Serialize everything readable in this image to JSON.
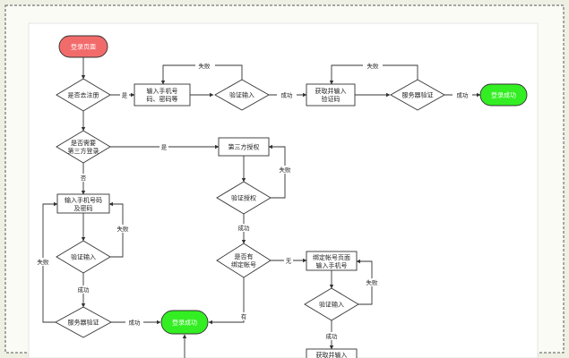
{
  "nodes": {
    "login_page": "登录页面",
    "registered": [
      "是否去注册"
    ],
    "input_phone_pwd": [
      "输入手机号",
      "码、密码等"
    ],
    "verify_input_top": [
      "验证输入"
    ],
    "get_code_top": [
      "获取并输入",
      "验证码"
    ],
    "server_verify_top": [
      "服务器验证"
    ],
    "login_success_top": "登录成功",
    "third_party_q": [
      "是否需要",
      "第三方登录"
    ],
    "third_party_auth": [
      "第三方授权"
    ],
    "input_phone_code": [
      "输入手机号码",
      "及密码"
    ],
    "verify_auth": [
      "验证授权"
    ],
    "verify_input_left": [
      "验证输入"
    ],
    "bound_q": [
      "是否有",
      "绑定帐号"
    ],
    "bind_page": [
      "绑定帐号页面",
      "输入手机号"
    ],
    "verify_input_right": [
      "验证输入"
    ],
    "server_verify_left": [
      "服务器验证"
    ],
    "login_success_mid": "登录成功",
    "get_code_bottom": [
      "获取并输入"
    ]
  },
  "edges": {
    "yes": "是",
    "no": "否",
    "fail": "失败",
    "success": "成功",
    "none": "无",
    "has": "有"
  },
  "colors": {
    "start_fill": "#f26b6b",
    "success_fill": "#33ee22",
    "stroke": "#333333",
    "frame": "#444444"
  }
}
